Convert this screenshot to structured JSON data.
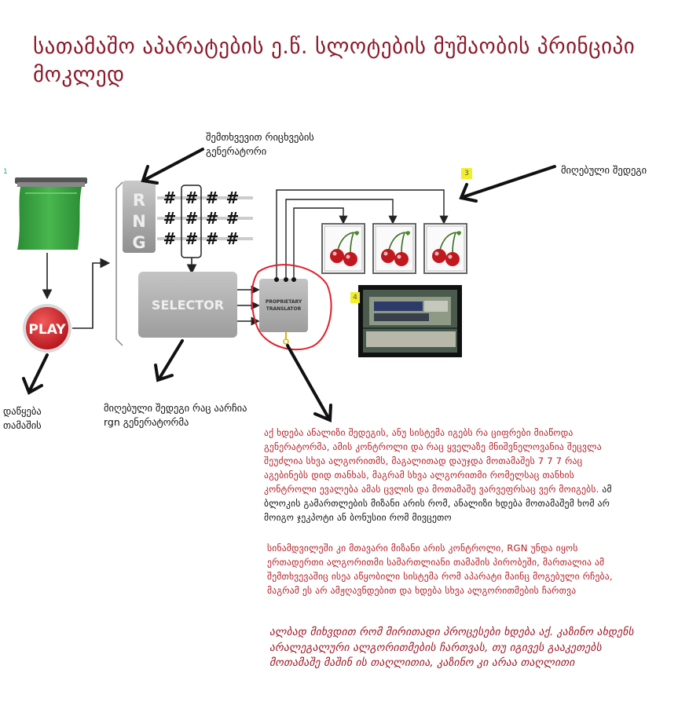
{
  "title": "სათამაშო აპარატების ე.წ. სლოტების მუშაობის პრინციპი მოკლედ",
  "labels": {
    "rng_generator": "შემთხვევით რიცხვების გენერატორი",
    "result_top": "მიღებული შედეგი",
    "start_game": "დაწყება თამაშის",
    "result_bottom": "მიღებული შედეგი რაც აარჩია rgn გენერატორმა"
  },
  "badges": {
    "b1": "1",
    "b3": "3",
    "b4": "4"
  },
  "diagram": {
    "rng_letters": [
      "R",
      "N",
      "G"
    ],
    "hash": "#",
    "selector": "SELECTOR",
    "translator_line1": "PROPRIETARY",
    "translator_line2": "TRANSLATOR",
    "play": "PLAY"
  },
  "explanation": {
    "para1_red": "აქ ხდება ანალიზი შედეგის, ანუ სისტემა იგებს რა ციფრები მიაწოდა გენერატორმა, ამის კონტროლი და რაც ყველაზე მნიშვნელოვანია შეცვლა შეუძლია სხვა ალგორითმს, მაგალითად დაუჯდა მოთამაშეს 7 7 7 რაც აგებინებს დიდ თანხას, მაგრამ სხვა ალგორითმი რომელსაც თანხის კონტროლი ევალება ამას ცვლის და მოთამაშე ვარვეფრსაც ვერ მოიგებს.",
    "para1_dark": "ამ ბლოკის გამართლების მიზანი არის რომ, ანალიზი ხდება მოთამაშემ ხომ არ მოიგო ჯეკპოტი ან ბონუსიი რომ მივცეთო",
    "para2": "სინამდვილეში კი მთავარი მიზანი არის კონტროლი, RGN უნდა იყოს ერთადერთი ალგორითმი სამართლიანი თამაშის პირობეში, მართალია ამ შემთხვევაშიც ისეა აწყობილი სისტემა რომ აპარატი მაინც მოგებული რჩება, მაგრამ ეს არ ამჟღავნდებით და ხდება სხვა ალგორითმების ჩართვა",
    "para3": "ალბად მიხვდით რომ მირითადი პროცესები ხდება აქ. კაზინო ახდენს არალეგალური ალგორითმების ჩართვას, თუ იგივეს გააკეთებს მოთამაშე მაშინ ის თაღლითია, კაზინო კი არაა თაღლითი"
  },
  "colors": {
    "title_red": "#8b1a2a",
    "text_red": "#b51f27",
    "green_ticket": "#2f9a3a",
    "play_red": "#d0232a",
    "circle_red": "#e0202a",
    "grey_box": "#9a9a9a"
  }
}
